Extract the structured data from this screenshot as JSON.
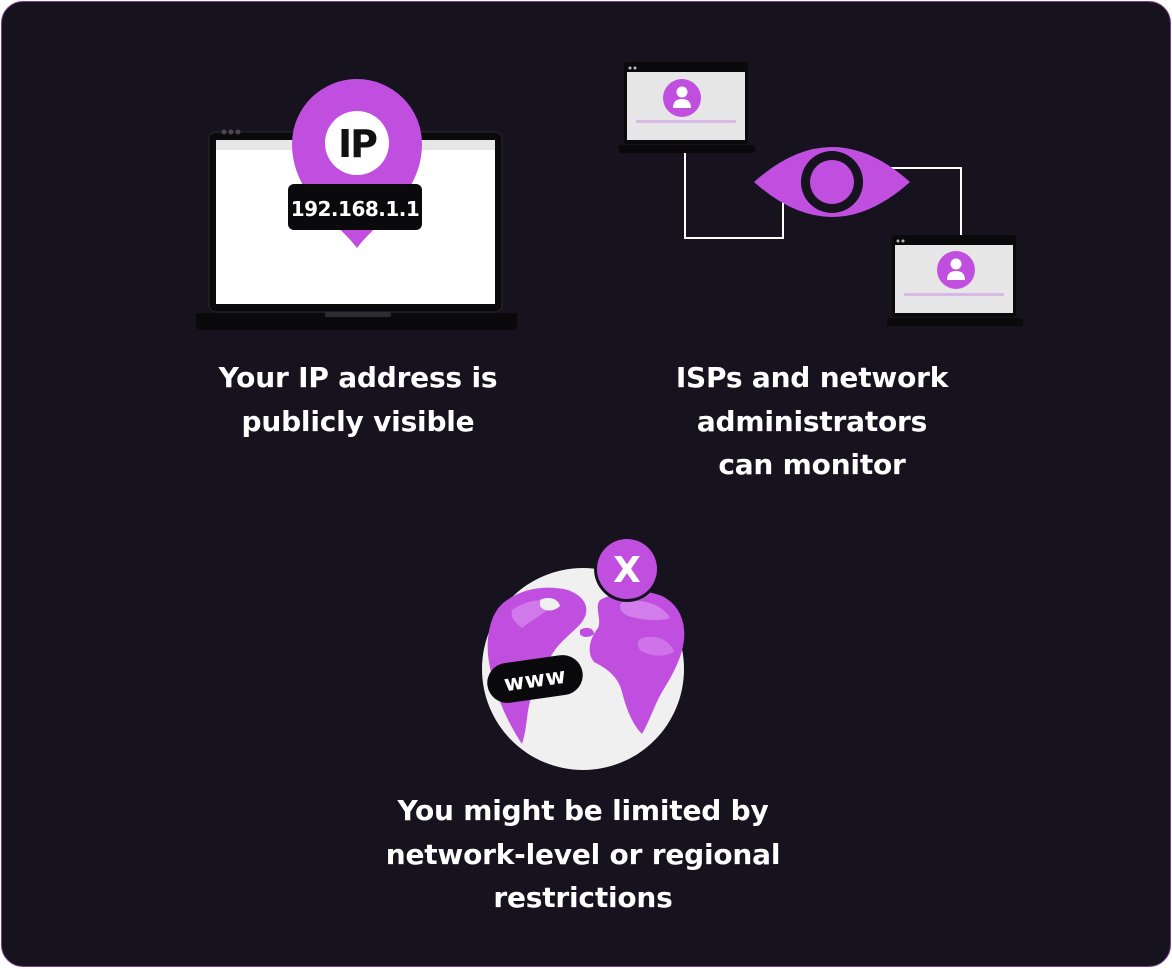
{
  "colors": {
    "background": "#16131f",
    "border": "#7b3d8e",
    "accent": "#c04fe0",
    "accent_light": "#d98cf0",
    "screen": "#e6e6e6",
    "text": "#ffffff"
  },
  "ip_panel": {
    "pin_label": "IP",
    "ip_address": "192.168.1.1",
    "caption_lines": [
      "Your IP address is",
      "publicly visible"
    ],
    "icons": [
      "laptop-icon",
      "location-pin-icon"
    ]
  },
  "monitor_panel": {
    "caption_lines": [
      "ISPs and network",
      "administrators",
      "can monitor"
    ],
    "icons": [
      "eye-icon",
      "laptop-icon",
      "user-icon"
    ]
  },
  "restriction_panel": {
    "badge_label": "X",
    "url_label": "www",
    "caption_lines": [
      "You might be limited by",
      "network-level or regional",
      "restrictions"
    ],
    "icons": [
      "globe-icon",
      "blocked-badge-icon"
    ]
  }
}
